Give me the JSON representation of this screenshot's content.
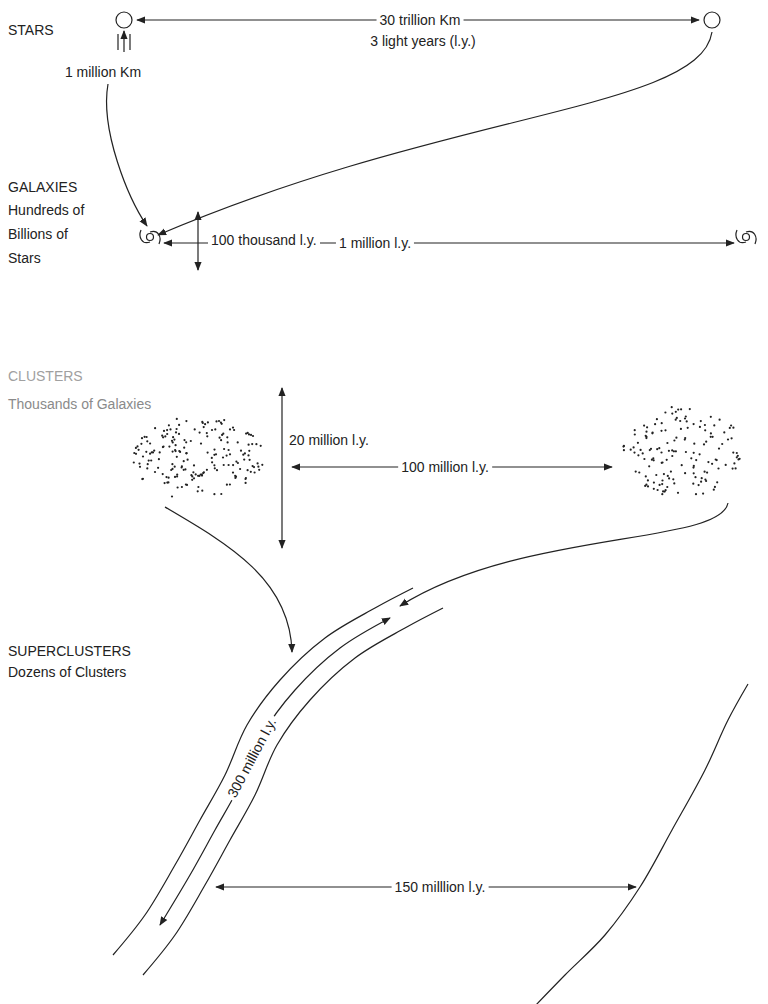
{
  "diagram": {
    "labels": [
      "STARS",
      "30 trillion Km",
      "3 light years (l.y.)",
      "1 million Km",
      "GALAXIES",
      "Hundreds of Billions of Stars",
      "100 thousand l.y.",
      "1 million l.y.",
      "CLUSTERS",
      "Thousands of Galaxies",
      "20 million l.y.",
      "100 million l.y.",
      "SUPERCLUSTERS",
      "Dozens of Clusters",
      "300 million l.y.",
      "150 milllion l.y."
    ]
  }
}
